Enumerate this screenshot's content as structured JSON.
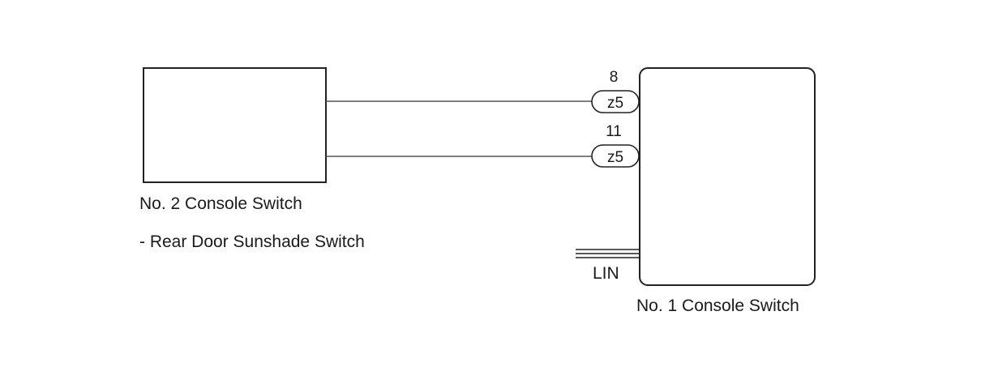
{
  "components": {
    "left": {
      "name": "No. 2 Console Switch",
      "description": "- Rear Door Sunshade Switch"
    },
    "right": {
      "name": "No. 1 Console Switch"
    }
  },
  "wires": [
    {
      "pin": "8",
      "connector": "z5"
    },
    {
      "pin": "11",
      "connector": "z5"
    }
  ],
  "bus": {
    "label": "LIN"
  }
}
